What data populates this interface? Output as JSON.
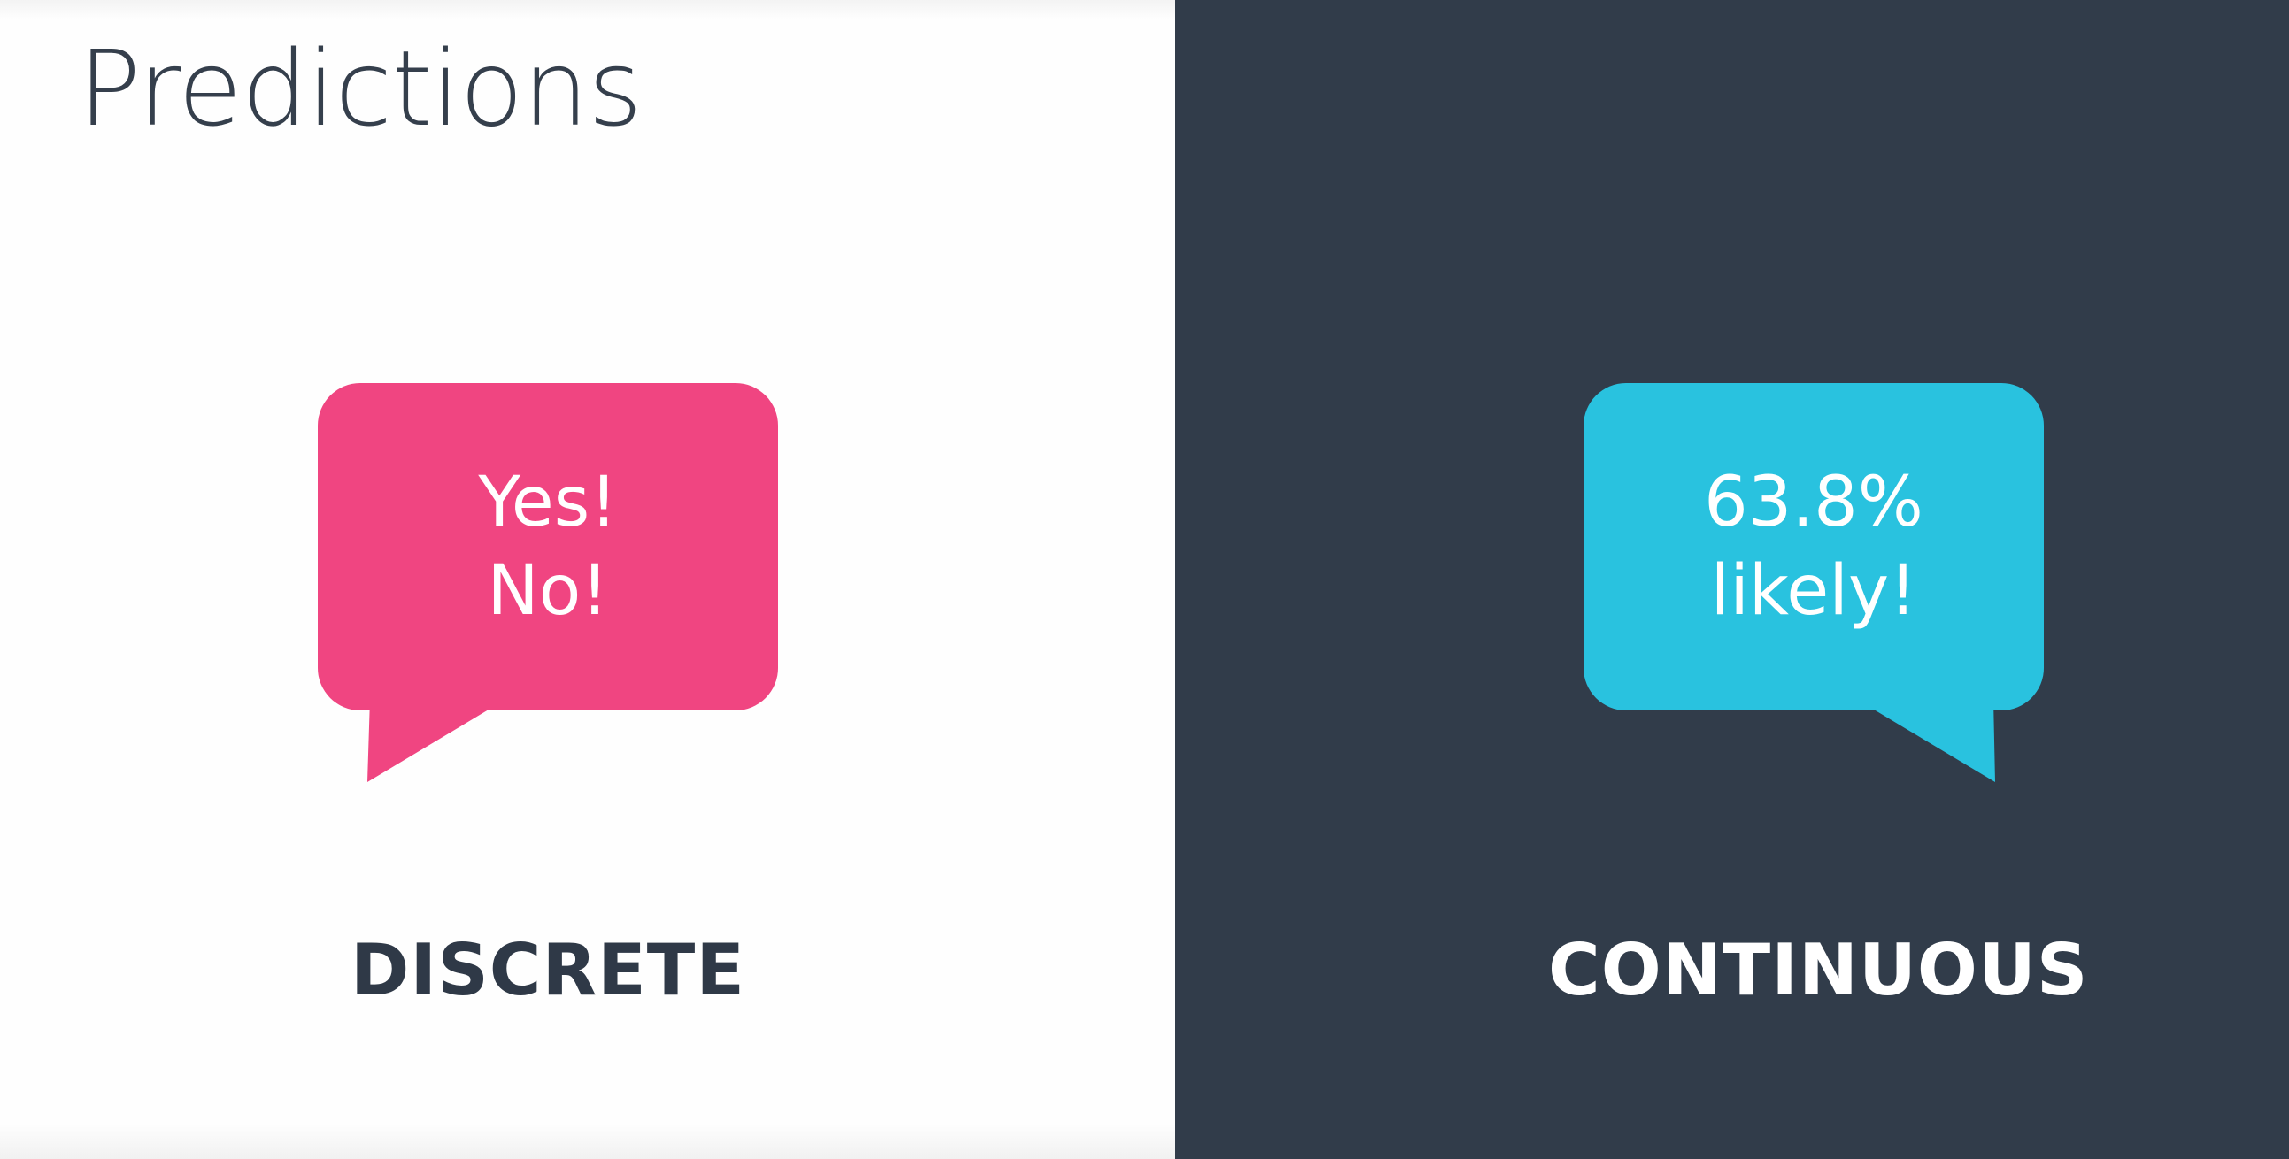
{
  "slide": {
    "title": "Predictions"
  },
  "discrete": {
    "bubble_lines": [
      "Yes!",
      "No!"
    ],
    "label": "DISCRETE",
    "bubble_color": "#f04581"
  },
  "continuous": {
    "bubble_lines": [
      "63.8%",
      "likely!"
    ],
    "label": "CONTINUOUS",
    "bubble_color": "#29c2df"
  },
  "colors": {
    "left_background": "#fefefe",
    "right_background": "#313c4a",
    "title_text": "#353f4c"
  }
}
